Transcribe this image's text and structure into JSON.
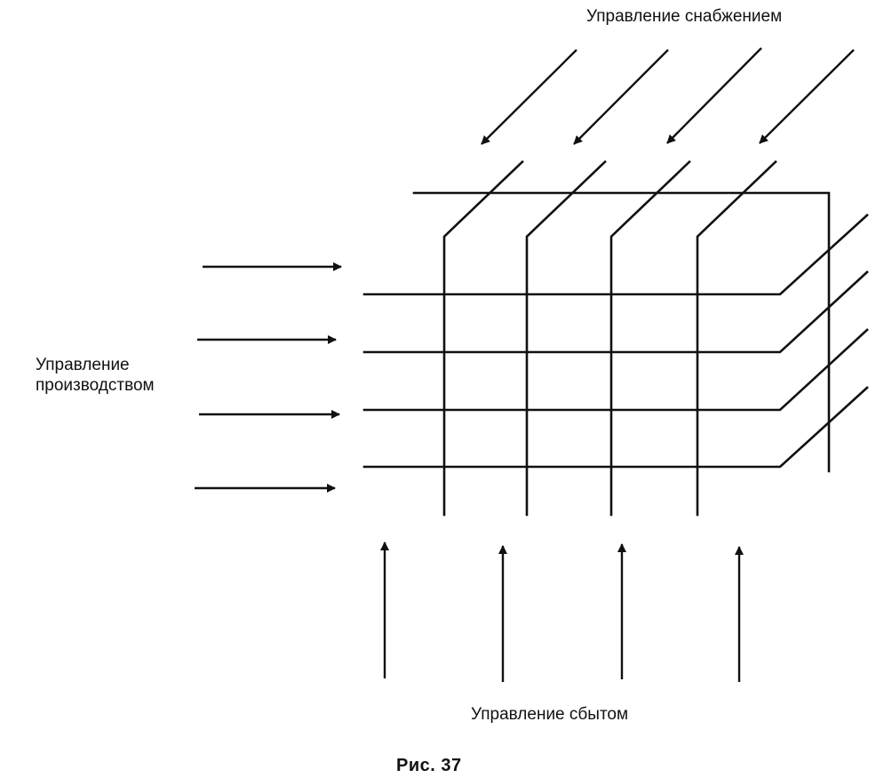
{
  "labels": {
    "supply": "Управление снабжением",
    "production_line1": "Управление",
    "production_line2": "производством",
    "sales": "Управление сбытом"
  },
  "caption": "Рис. 37",
  "colors": {
    "ink": "#111111",
    "background": "#ffffff"
  },
  "structure": {
    "supply_arrows": 4,
    "production_arrows": 4,
    "sales_arrows": 4,
    "horizontal_lines": 4,
    "vertical_lines": 4
  }
}
